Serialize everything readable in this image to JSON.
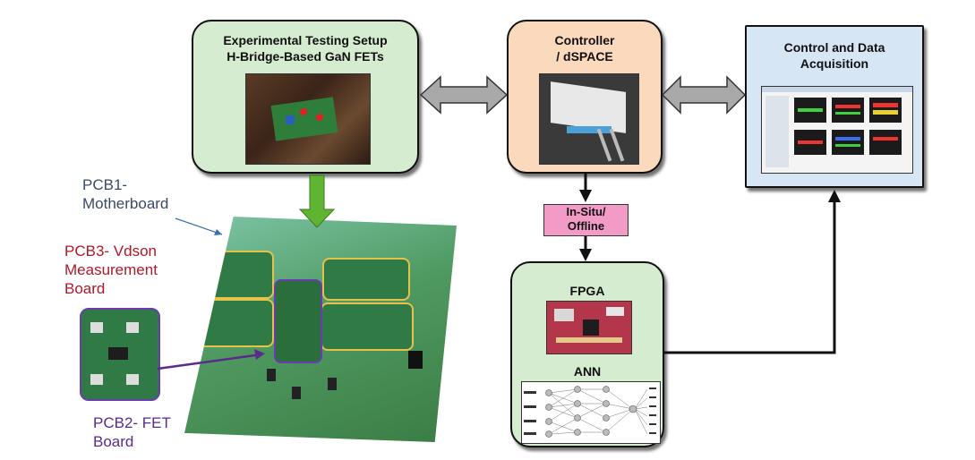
{
  "boxes": {
    "experimental": {
      "title": "Experimental Testing Setup\nH-Bridge-Based GaN FETs"
    },
    "controller": {
      "title": "Controller\n/ dSPACE"
    },
    "control_daq": {
      "title": "Control and Data\nAcquisition"
    },
    "insitu": {
      "title": "In-Situ/\nOffline"
    },
    "fpga_box": {
      "fpga_title": "FPGA",
      "ann_title": "ANN"
    }
  },
  "labels": {
    "pcb1": "PCB1-\nMotherboard",
    "pcb3": "PCB3- Vdson\nMeasurement\nBoard",
    "pcb2": "PCB2- FET\nBoard"
  },
  "colors": {
    "green_box": "#d5ecd0",
    "peach_box": "#fbd9bd",
    "blue_box": "#d7e6f5",
    "pink_box": "#f29bc7",
    "pcb1_text": "#3b4a66",
    "pcb3_text": "#b0182a",
    "pcb2_text": "#5b2a8a",
    "arrow_green": "#5fb531",
    "arrow_gray": "#a9a9a9"
  }
}
